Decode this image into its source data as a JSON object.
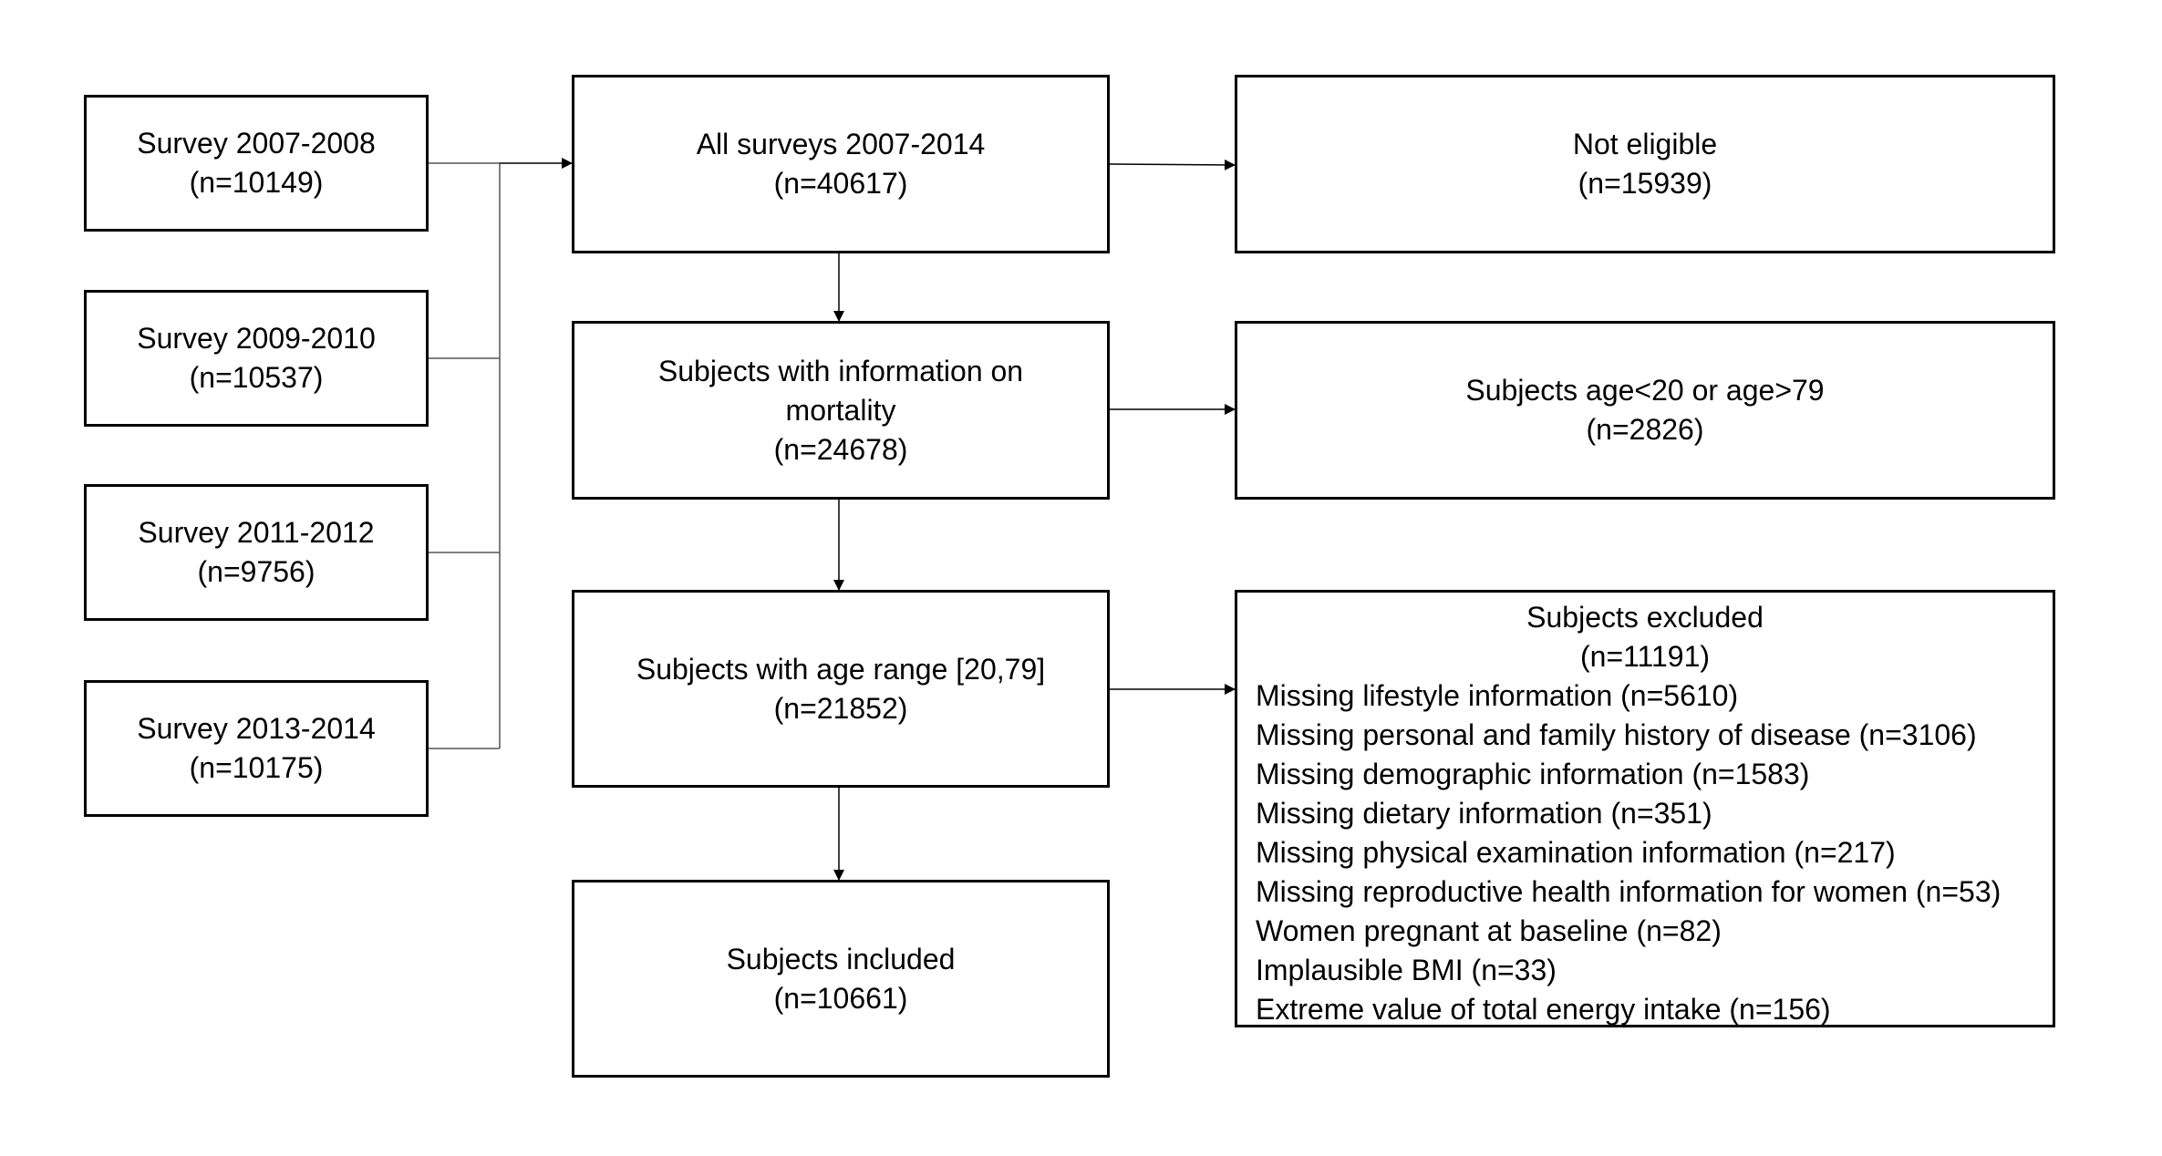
{
  "surveys": [
    {
      "title": "Survey 2007-2008",
      "n": "(n=10149)"
    },
    {
      "title": "Survey 2009-2010",
      "n": "(n=10537)"
    },
    {
      "title": "Survey 2011-2012",
      "n": "(n=9756)"
    },
    {
      "title": "Survey 2013-2014",
      "n": "(n=10175)"
    }
  ],
  "flow": {
    "all_surveys": {
      "title": "All surveys 2007-2014",
      "n": "(n=40617)"
    },
    "mortality": {
      "line1": "Subjects with information on",
      "line2": "mortality",
      "n": "(n=24678)"
    },
    "age_range": {
      "title": "Subjects with age range [20,79]",
      "n": "(n=21852)"
    },
    "included": {
      "title": "Subjects included",
      "n": "(n=10661)"
    }
  },
  "exclusions": {
    "not_eligible": {
      "title": "Not eligible",
      "n": "(n=15939)"
    },
    "age": {
      "title": "Subjects age<20 or age>79",
      "n": "(n=2826)"
    },
    "excluded": {
      "title": "Subjects excluded",
      "n": "(n=11191)",
      "reasons": [
        "Missing lifestyle information (n=5610)",
        "Missing personal and family history of disease (n=3106)",
        "Missing demographic information (n=1583)",
        "Missing dietary information (n=351)",
        "Missing physical examination information (n=217)",
        "Missing reproductive health information for women (n=53)",
        "Women pregnant at baseline (n=82)",
        "Implausible BMI (n=33)",
        "Extreme value of total energy intake (n=156)"
      ]
    }
  }
}
